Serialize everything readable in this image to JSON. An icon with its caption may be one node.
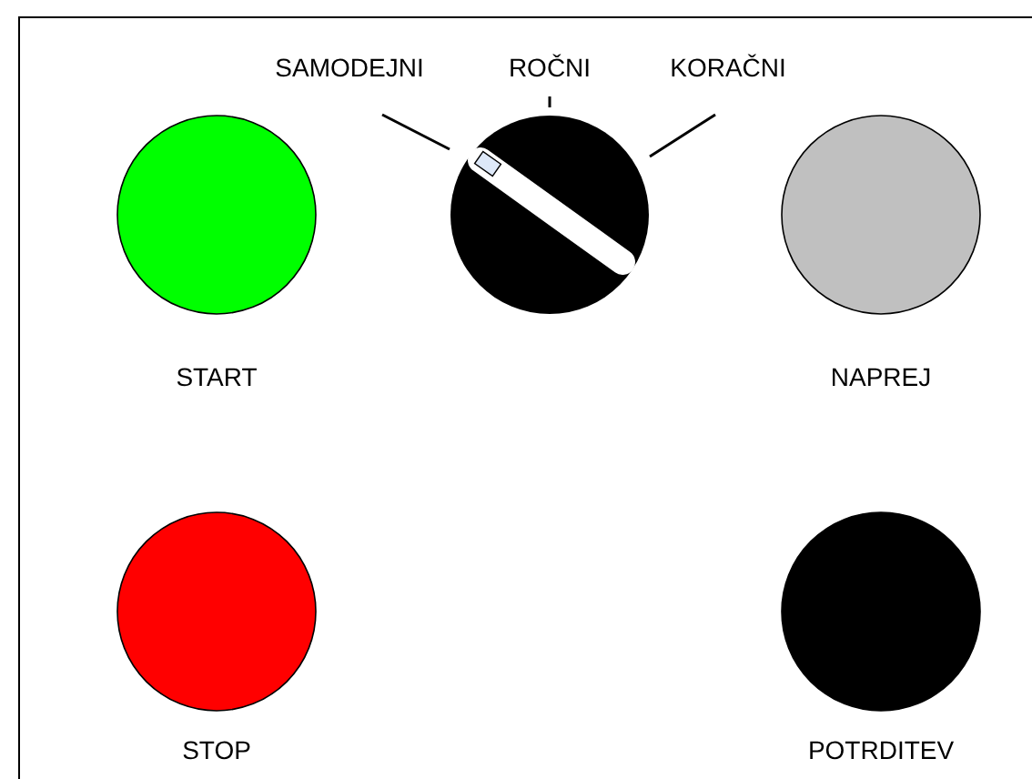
{
  "diagram": {
    "nodes": [
      {
        "text": [
          "START"
        ]
      },
      {
        "text": [],
        "shape": "circle"
      },
      {
        "text": [
          "NAPREJ"
        ]
      },
      {
        "text": [
          "STOP"
        ]
      },
      {
        "text": [
          "POTRDITEV"
        ]
      }
    ],
    "labels": [
      "SAMODEJNI",
      "ROČNI",
      "KORAČNI"
    ]
  }
}
